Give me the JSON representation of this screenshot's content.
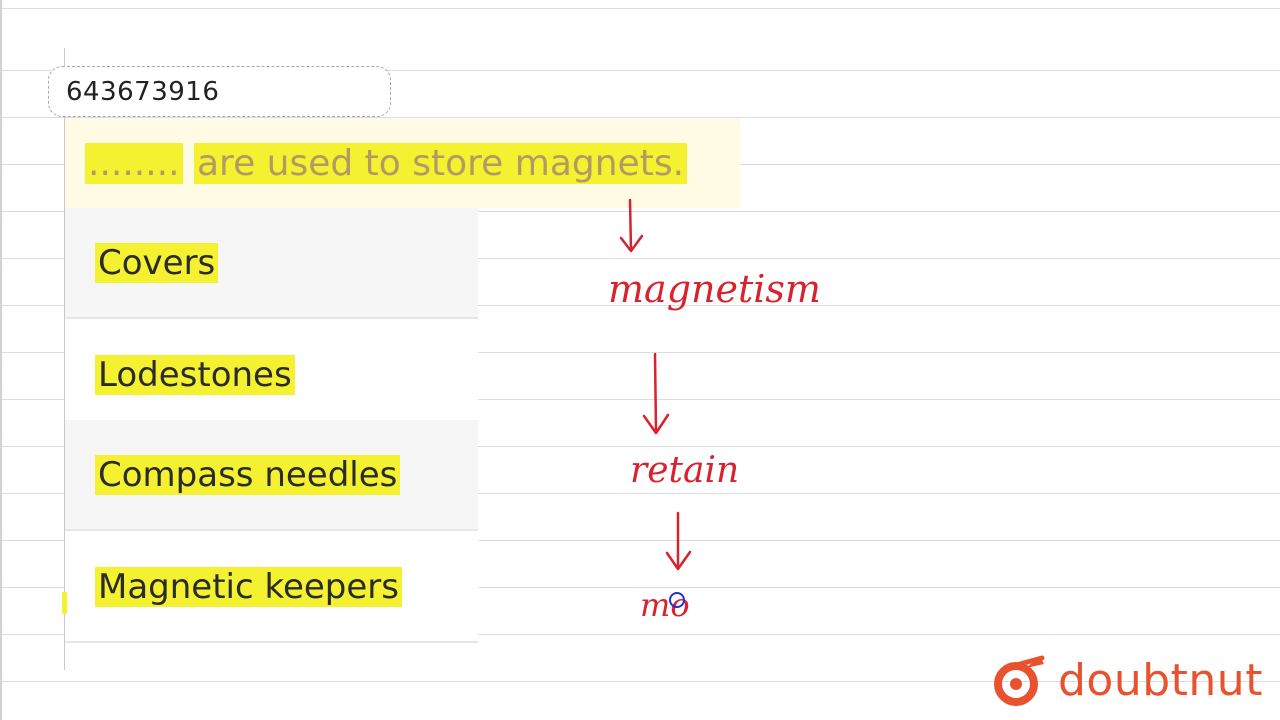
{
  "question_id": "643673916",
  "question": {
    "blank": "........",
    "text": "are used to store magnets."
  },
  "options": [
    {
      "label": "Covers"
    },
    {
      "label": "Lodestones"
    },
    {
      "label": "Compass needles"
    },
    {
      "label": "Magnetic keepers"
    }
  ],
  "annotations": {
    "word1": "magnetism",
    "word2": "retain",
    "word3": "mo",
    "ink_color": "#d8232f"
  },
  "brand": {
    "name": "doubtnut",
    "color": "#e8522e",
    "icon": "doubtnut-logo-icon"
  }
}
